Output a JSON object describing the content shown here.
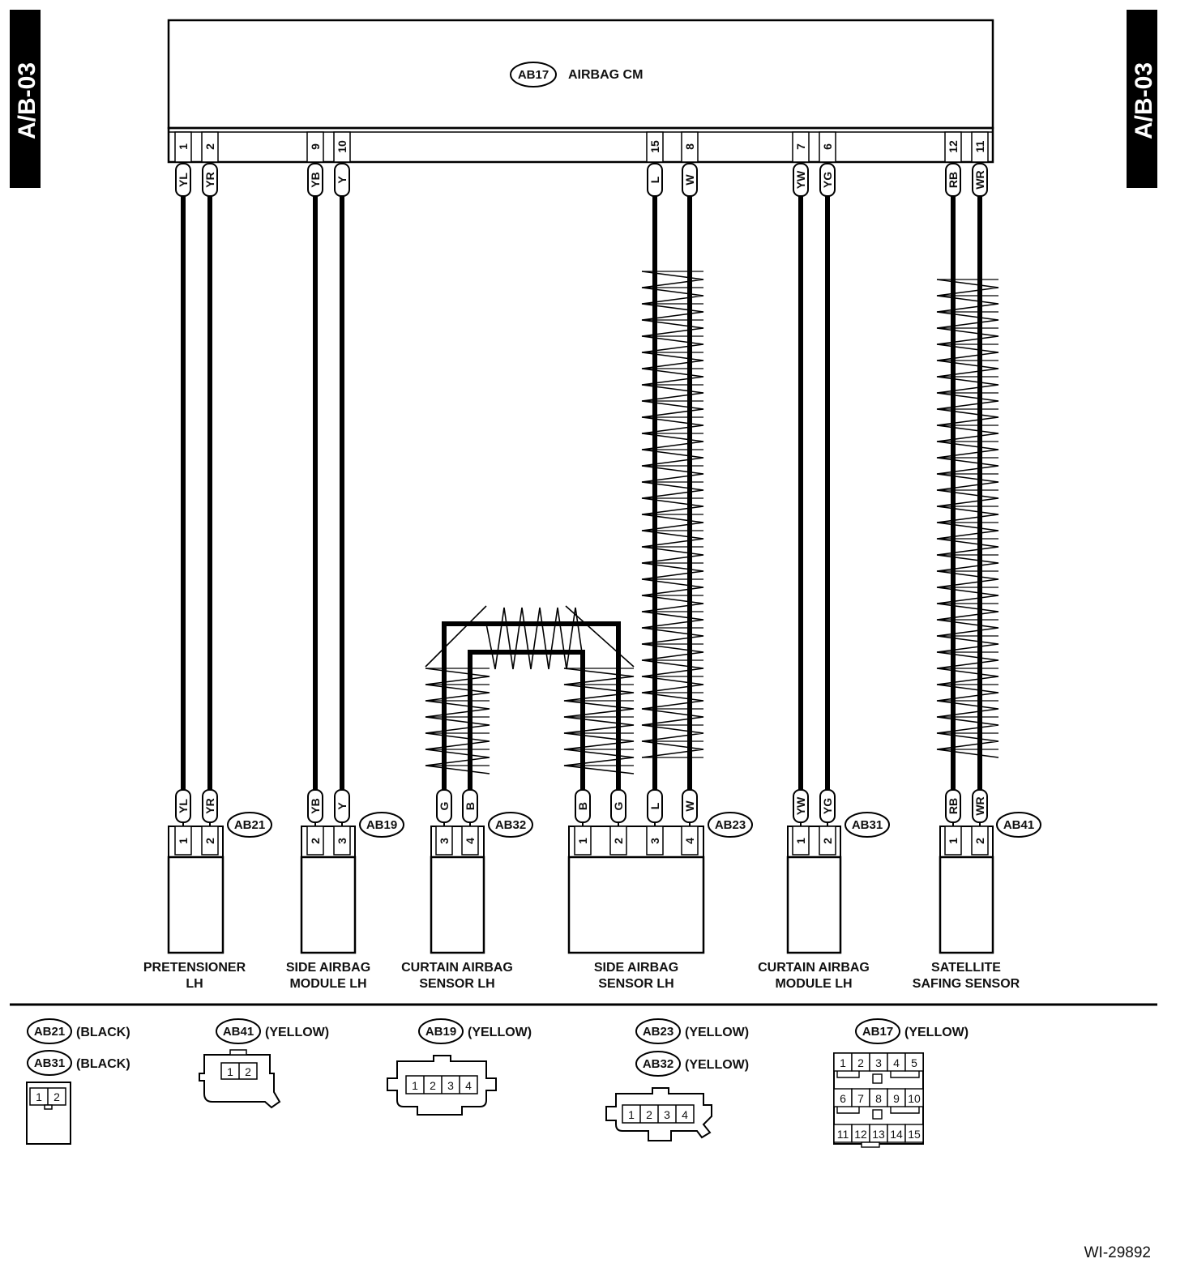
{
  "page_tab": "A/B-03",
  "control_module": {
    "connector": "AB17",
    "label": "AIRBAG CM"
  },
  "wires": [
    {
      "cm_pin": "1",
      "color": "YL",
      "dev_pin": "1",
      "device": "pretensioner"
    },
    {
      "cm_pin": "2",
      "color": "YR",
      "dev_pin": "2",
      "device": "pretensioner"
    },
    {
      "cm_pin": "9",
      "color": "YB",
      "dev_pin": "2",
      "device": "side_airbag_module"
    },
    {
      "cm_pin": "10",
      "color": "Y",
      "dev_pin": "3",
      "device": "side_airbag_module"
    },
    {
      "cm_pin": "15",
      "color": "L",
      "dev_pin": "3",
      "device": "side_airbag_sensor"
    },
    {
      "cm_pin": "8",
      "color": "W",
      "dev_pin": "4",
      "device": "side_airbag_sensor"
    },
    {
      "cm_pin": "7",
      "color": "YW",
      "dev_pin": "1",
      "device": "curtain_airbag_module"
    },
    {
      "cm_pin": "6",
      "color": "YG",
      "dev_pin": "2",
      "device": "curtain_airbag_module"
    },
    {
      "cm_pin": "12",
      "color": "RB",
      "dev_pin": "1",
      "device": "satellite_safing_sensor"
    },
    {
      "cm_pin": "11",
      "color": "WR",
      "dev_pin": "2",
      "device": "satellite_safing_sensor"
    }
  ],
  "sensor_link": {
    "wires": [
      {
        "color": "G",
        "curtain_pin": "3",
        "side_pin": "2"
      },
      {
        "color": "B",
        "curtain_pin": "4",
        "side_pin": "1"
      }
    ]
  },
  "devices": {
    "pretensioner": {
      "connector": "AB21",
      "name": [
        "PRETENSIONER",
        "LH"
      ]
    },
    "side_airbag_module": {
      "connector": "AB19",
      "name": [
        "SIDE AIRBAG",
        "MODULE LH"
      ]
    },
    "curtain_airbag_sensor": {
      "connector": "AB32",
      "name": [
        "CURTAIN AIRBAG",
        "SENSOR LH"
      ]
    },
    "side_airbag_sensor": {
      "connector": "AB23",
      "name": [
        "SIDE AIRBAG",
        "SENSOR LH"
      ]
    },
    "curtain_airbag_module": {
      "connector": "AB31",
      "name": [
        "CURTAIN AIRBAG",
        "MODULE LH"
      ]
    },
    "satellite_safing_sensor": {
      "connector": "AB41",
      "name": [
        "SATELLITE",
        "SAFING SENSOR"
      ]
    }
  },
  "legend": [
    {
      "connector": "AB21",
      "color": "(BLACK)"
    },
    {
      "connector": "AB31",
      "color": "(BLACK)"
    },
    {
      "connector": "AB41",
      "color": "(YELLOW)"
    },
    {
      "connector": "AB19",
      "color": "(YELLOW)"
    },
    {
      "connector": "AB23",
      "color": "(YELLOW)"
    },
    {
      "connector": "AB32",
      "color": "(YELLOW)"
    },
    {
      "connector": "AB17",
      "color": "(YELLOW)"
    }
  ],
  "connector_pins": {
    "two_pin": [
      "1",
      "2"
    ],
    "four_pin": [
      "1",
      "2",
      "3",
      "4"
    ],
    "fifteen_pin": [
      "1",
      "2",
      "3",
      "4",
      "5",
      "6",
      "7",
      "8",
      "9",
      "10",
      "11",
      "12",
      "13",
      "14",
      "15"
    ]
  },
  "figure_code": "WI-29892"
}
